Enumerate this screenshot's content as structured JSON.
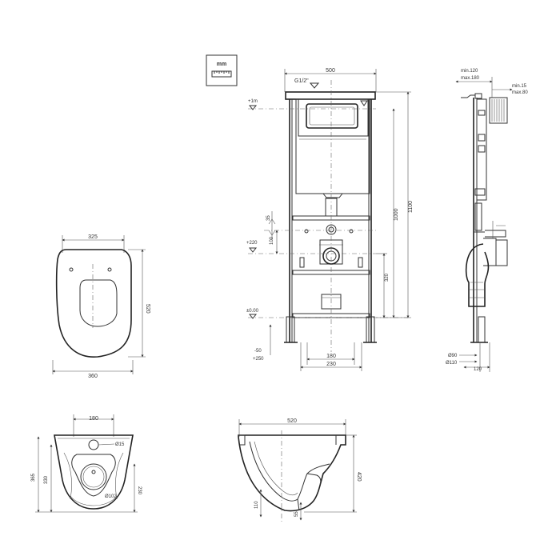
{
  "unit_badge": {
    "label": "mm",
    "icon": "ruler-icon"
  },
  "frame_front": {
    "width": "500",
    "inlet": "G1/2\"",
    "height_1000": "1000",
    "height_1100": "1100",
    "dim_35": "35",
    "dim_100": "100",
    "dim_320": "320",
    "dim_180": "180",
    "dim_230": "230",
    "level_plus1m": "+1m",
    "level_plus220": "+220",
    "level_zero": "±0.00",
    "level_minus50": "-50",
    "level_plus250": "+250"
  },
  "frame_side": {
    "depth_min": "min.120",
    "depth_max": "max.180",
    "wall_min": "min.15",
    "wall_max": "max.80",
    "pipe_90": "Ø90",
    "pipe_110": "Ø110",
    "offset_120": "120"
  },
  "seat_top": {
    "width_top": "325",
    "width_bottom": "360",
    "length": "520"
  },
  "bowl_bottom": {
    "width": "180",
    "hole_top": "Ø15",
    "hole_bottom": "Ø102",
    "h_365": "365",
    "h_330": "330",
    "h_230": "230"
  },
  "bowl_side": {
    "length": "520",
    "height": "420",
    "dim_110": "110",
    "dim_55": "55"
  }
}
